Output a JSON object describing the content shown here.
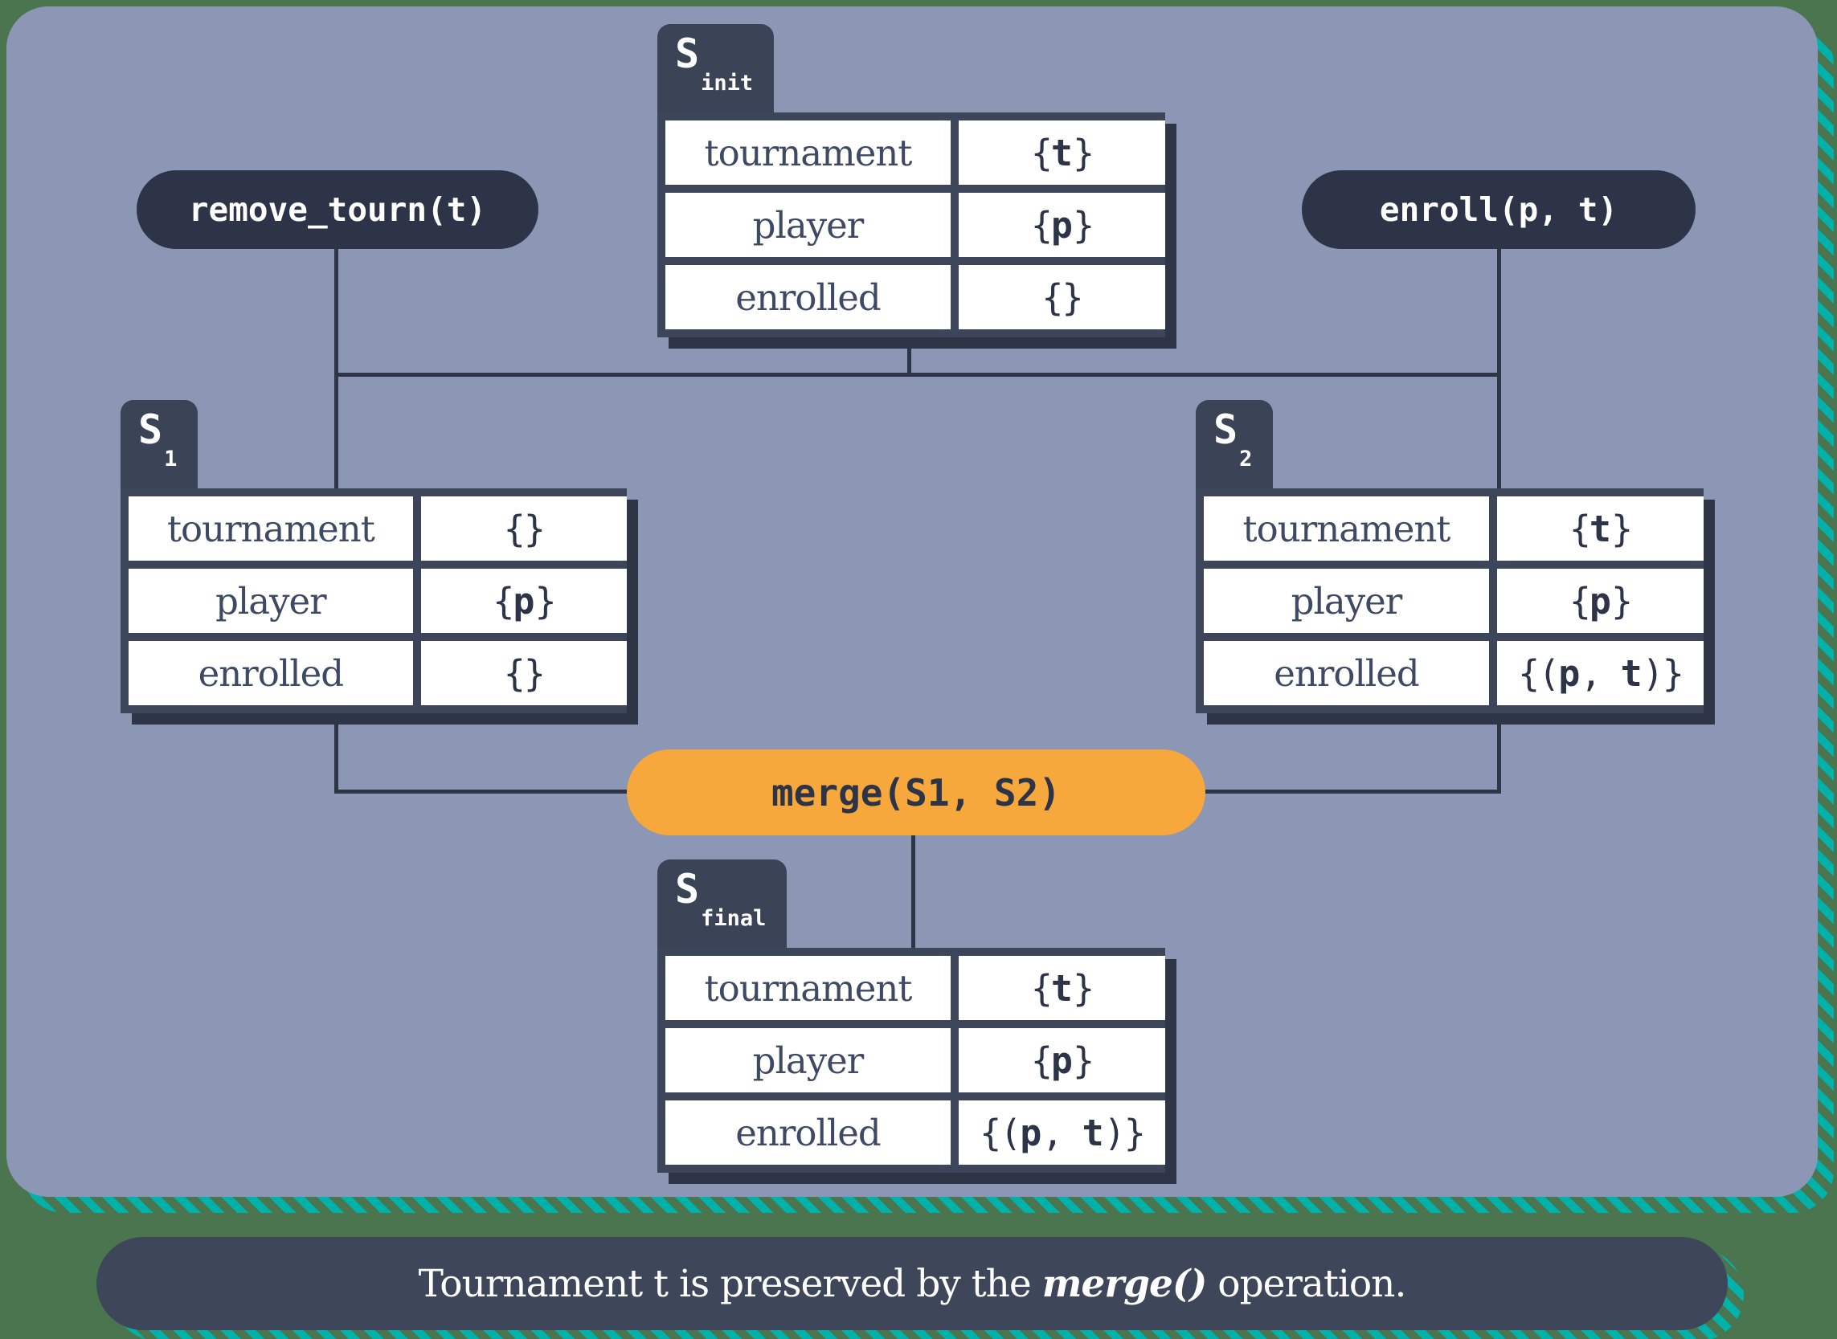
{
  "colors": {
    "background_green": "#4a754f",
    "stripe_teal": "#00b2aa",
    "panel_blue": "#8b97b5",
    "pill_navy": "#2d3447",
    "table_border_navy": "#3d455a",
    "shadow_navy": "#2e3547",
    "tab_navy": "#3b4357",
    "caption_bar_navy": "#3e4659",
    "accent_orange": "#f6a83c",
    "cell_label_text": "#3e4a63",
    "cell_value_text": "#2d3447",
    "white": "#ffffff"
  },
  "operations": {
    "remove_tourn": {
      "label": "remove_tourn(t)"
    },
    "enroll": {
      "label": "enroll(p, t)"
    },
    "merge": {
      "label": "merge(S1, S2)"
    }
  },
  "tables": {
    "s_init": {
      "name": "S",
      "subscript": "init",
      "rows": [
        {
          "label": "tournament",
          "value": "{t}"
        },
        {
          "label": "player",
          "value": "{p}"
        },
        {
          "label": "enrolled",
          "value": "{}"
        }
      ]
    },
    "s1": {
      "name": "S",
      "subscript": "1",
      "rows": [
        {
          "label": "tournament",
          "value": "{}"
        },
        {
          "label": "player",
          "value": "{p}"
        },
        {
          "label": "enrolled",
          "value": "{}"
        }
      ]
    },
    "s2": {
      "name": "S",
      "subscript": "2",
      "rows": [
        {
          "label": "tournament",
          "value": "{t}"
        },
        {
          "label": "player",
          "value": "{p}"
        },
        {
          "label": "enrolled",
          "value": "{(p, t)}"
        }
      ]
    },
    "s_final": {
      "name": "S",
      "subscript": "final",
      "rows": [
        {
          "label": "tournament",
          "value": "{t}"
        },
        {
          "label": "player",
          "value": "{p}"
        },
        {
          "label": "enrolled",
          "value": "{(p, t)}"
        }
      ]
    }
  },
  "caption": {
    "pre": "Tournament t is preserved by the ",
    "emphasis": "merge()",
    "post": " operation."
  }
}
